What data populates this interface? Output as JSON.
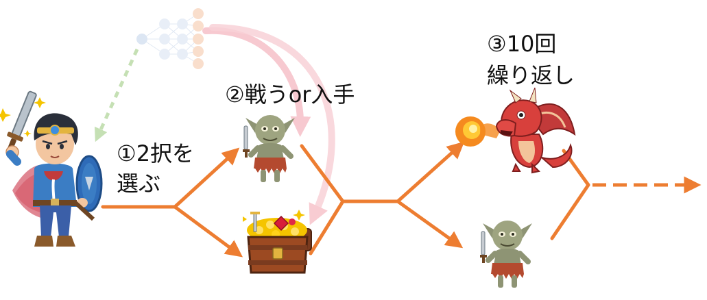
{
  "labels": {
    "step1_line1": "①2択を",
    "step1_line2": "選ぶ",
    "step2": "②戦うor入手",
    "step3_line1": "③10回",
    "step3_line2": "繰り返し"
  },
  "colors": {
    "path_orange": "#ED7D31",
    "nn_curve_pink": "#F4B6BE",
    "nn_dashed_green": "#C5E0B4",
    "nn_node_blue": "#D6E2F2",
    "nn_node_peach": "#F8D9C4"
  },
  "icons": {
    "hero": "hero-with-sword-and-shield",
    "goblin": "goblin-with-dagger",
    "treasure": "treasure-chest",
    "dragon": "red-fire-breathing-dragon",
    "network": "neural-network"
  }
}
